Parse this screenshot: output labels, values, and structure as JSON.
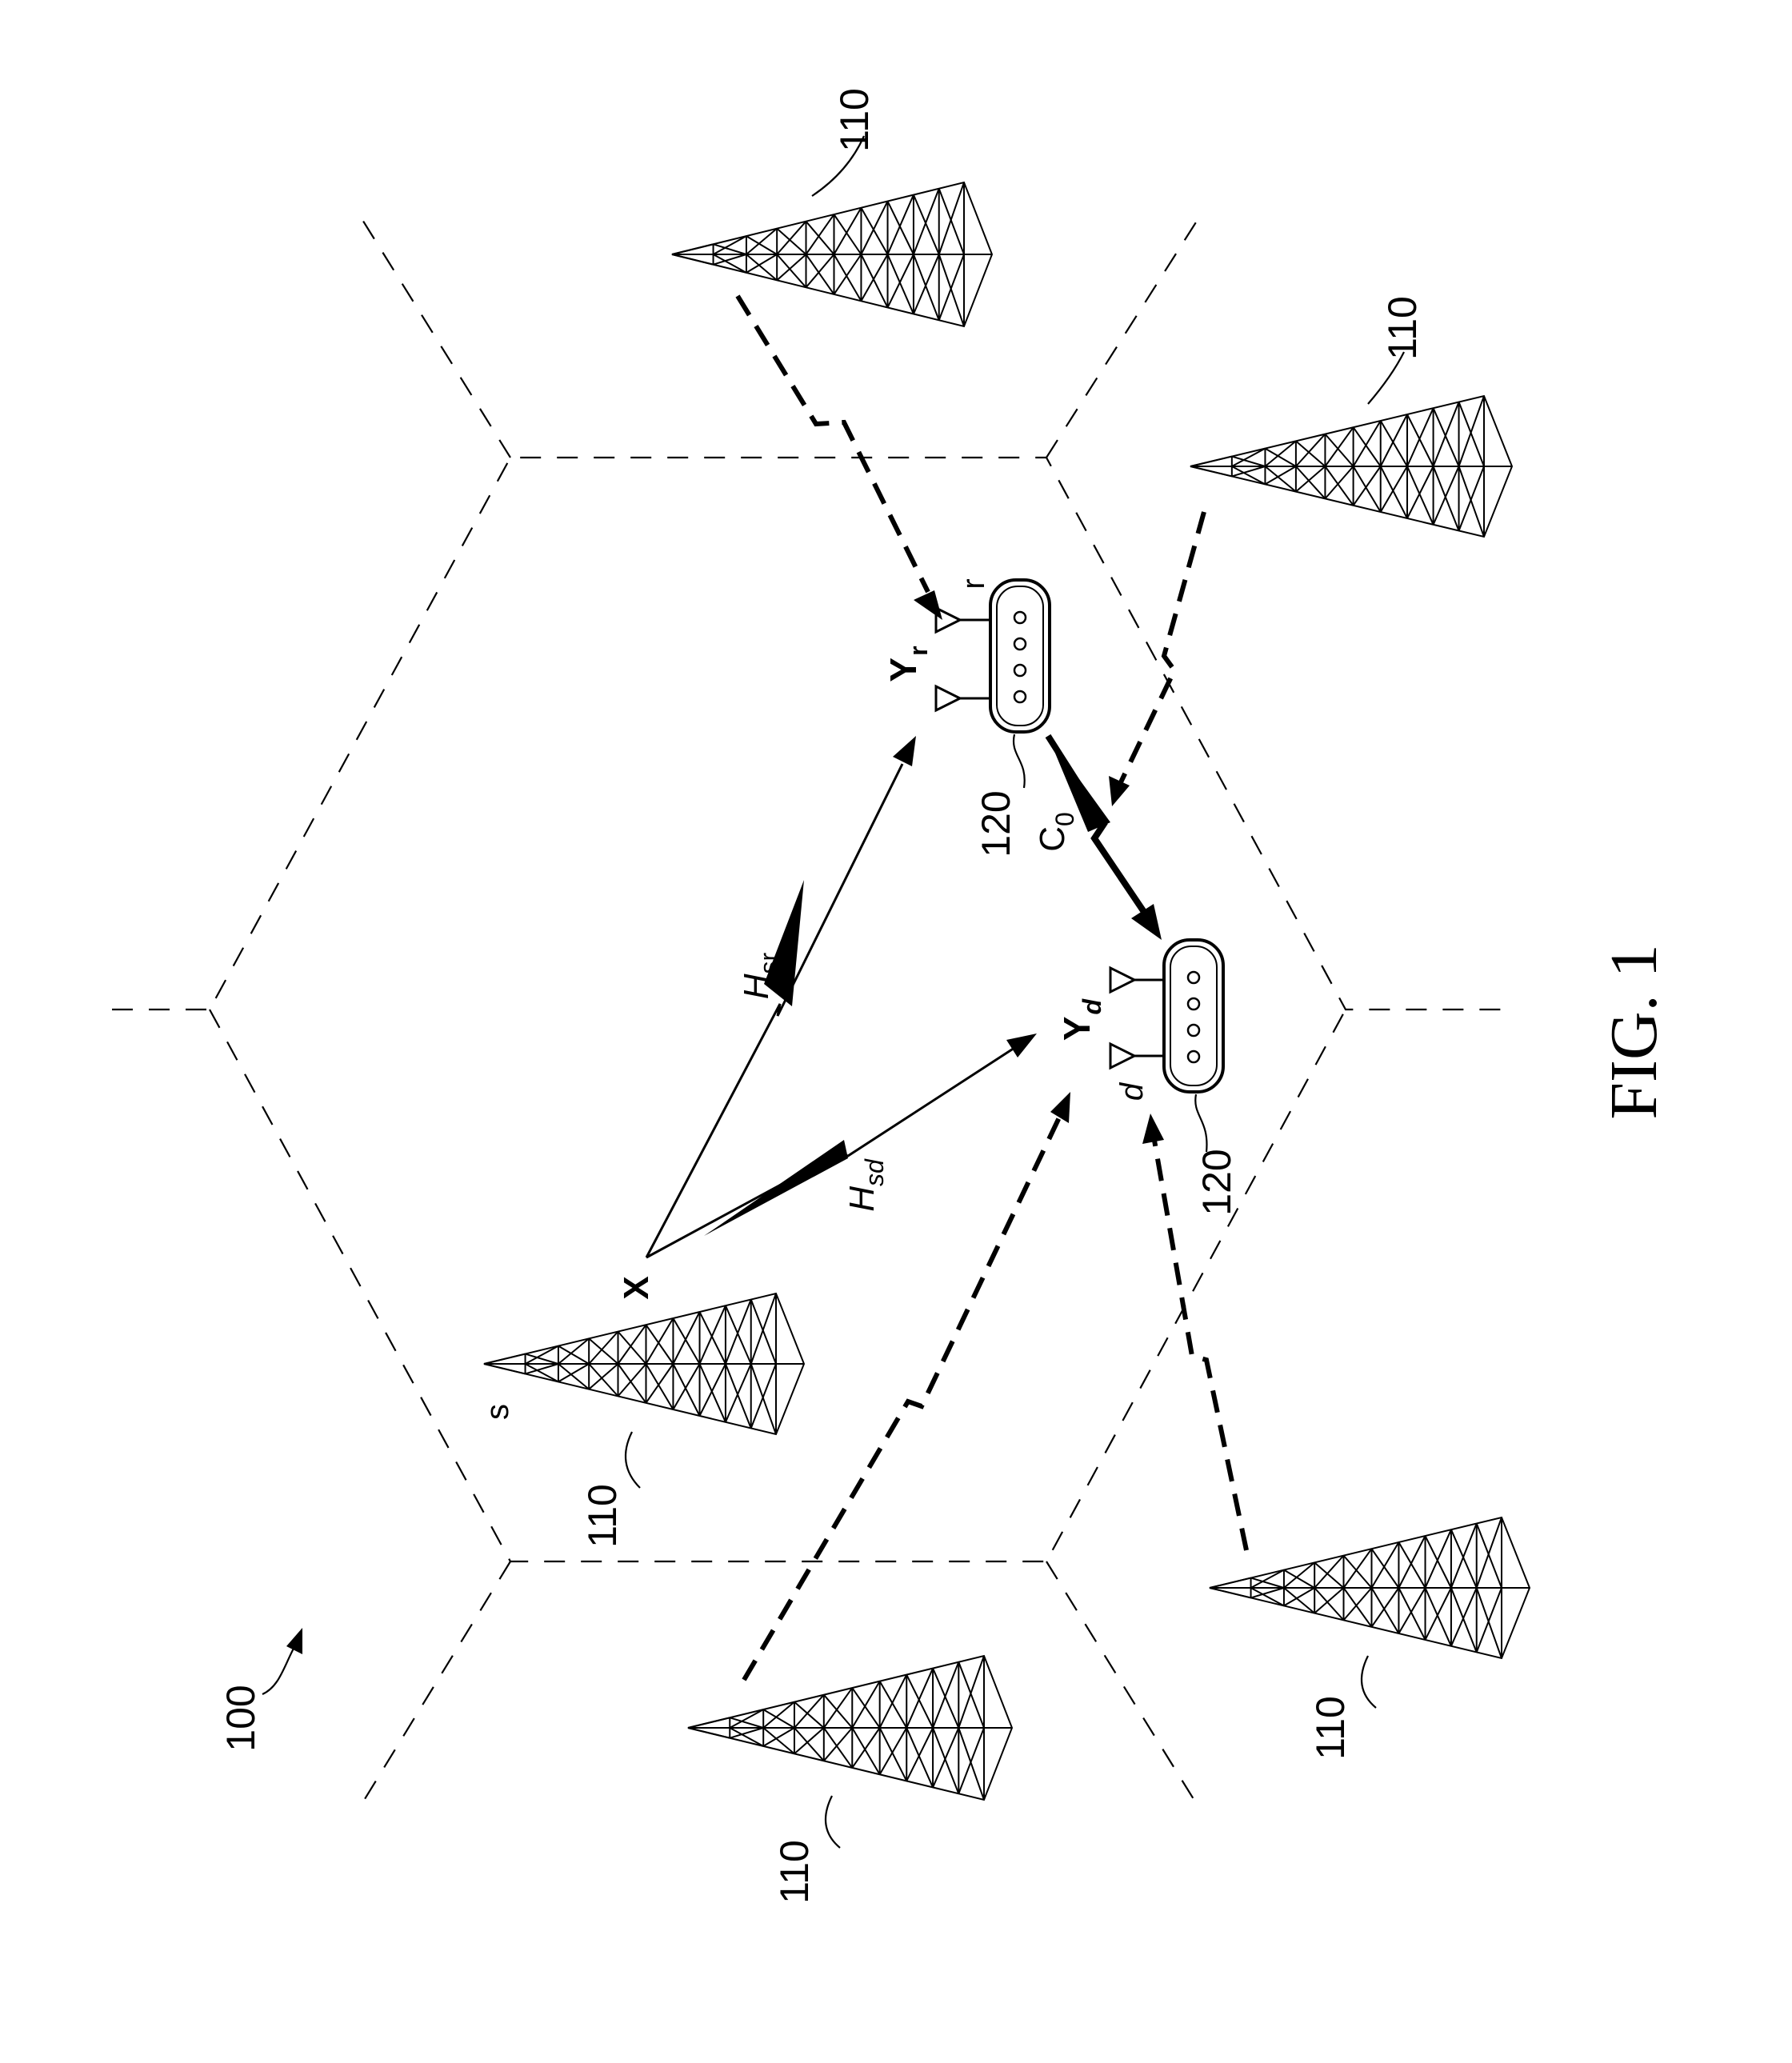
{
  "figure": {
    "number": "100",
    "caption": "FIG. 1"
  },
  "towers": [
    {
      "id": "t-top",
      "label": "110"
    },
    {
      "id": "t-upper-right",
      "label": "110"
    },
    {
      "id": "t-source",
      "label": "110",
      "node": "s"
    },
    {
      "id": "t-lower-left",
      "label": "110"
    },
    {
      "id": "t-lower-right",
      "label": "110"
    }
  ],
  "devices": [
    {
      "id": "relay",
      "label": "120",
      "node": "r",
      "signal": "Y",
      "signal_sub": "r"
    },
    {
      "id": "destination",
      "label": "120",
      "node": "d",
      "signal": "Y",
      "signal_sub": "d"
    }
  ],
  "source_signal": "X",
  "links": [
    {
      "id": "source-to-relay",
      "label": "H",
      "sub": "sr",
      "style": "solid"
    },
    {
      "id": "source-to-destination",
      "label": "H",
      "sub": "sd",
      "style": "solid"
    },
    {
      "id": "relay-to-destination",
      "label": "C",
      "sub": "0",
      "style": "solid-bold"
    }
  ]
}
